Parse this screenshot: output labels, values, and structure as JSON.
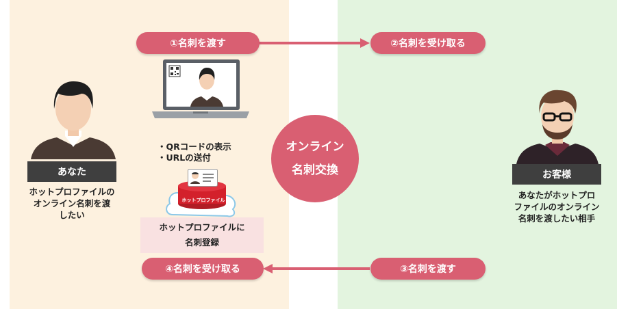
{
  "diagram": {
    "steps": {
      "step1": "①名刺を渡す",
      "step2": "②名刺を受け取る",
      "step3": "③名刺を渡す",
      "step4": "④名刺を受け取る"
    },
    "center": {
      "line1": "オンライン",
      "line2": "名刺交換"
    },
    "you": {
      "label": "あなた",
      "desc_lines": [
        "ホットプロファイルの",
        "オンライン名刺を渡",
        "したい"
      ]
    },
    "customer": {
      "label": "お客様",
      "desc_lines": [
        "あなたがホットプロ",
        "ファイルのオンライン",
        "名刺を渡したい相手"
      ]
    },
    "notes": [
      "・QRコードの表示",
      "・URLの送付"
    ],
    "cloud_brand": "ホットプロファイル",
    "register": {
      "line1": "ホットプロファイルに",
      "line2": "名刺登録"
    },
    "colors": {
      "accent": "#d95f72",
      "left_panel": "#fdf1df",
      "right_panel": "#e3f4df",
      "label_bar": "#3f3f3f",
      "register_box": "#f9e1e1"
    },
    "icons": [
      "person-you-icon",
      "person-customer-icon",
      "laptop-icon",
      "qr-code-icon",
      "cloud-icon",
      "business-card-icon",
      "arrow-right-icon",
      "arrow-left-icon"
    ]
  }
}
